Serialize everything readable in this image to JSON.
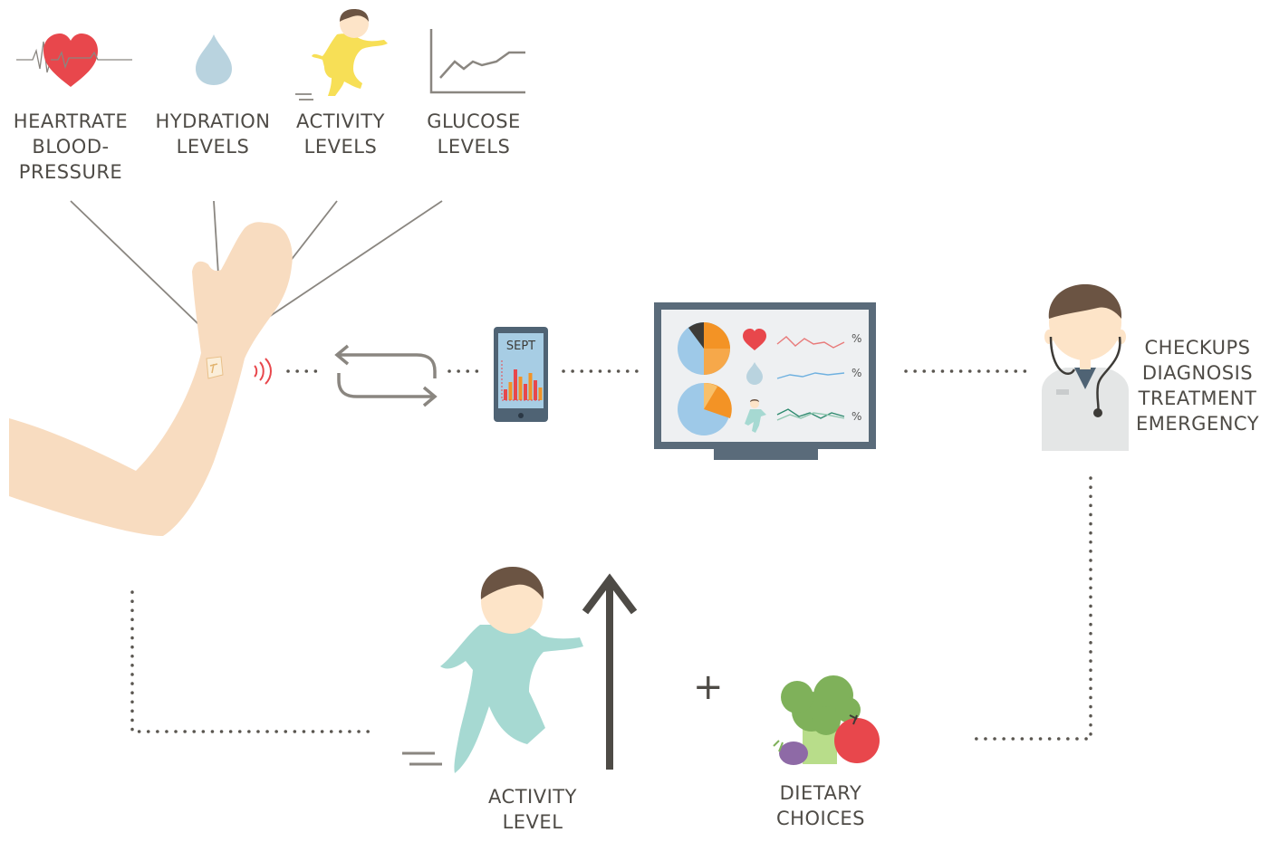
{
  "metrics": [
    {
      "id": "heartrate",
      "label": "HEARTRATE\nBLOOD-\nPRESSURE"
    },
    {
      "id": "hydration",
      "label": "HYDRATION\nLEVELS"
    },
    {
      "id": "activity",
      "label": "ACTIVITY\nLEVELS"
    },
    {
      "id": "glucose",
      "label": "GLUCOSE\nLEVELS"
    }
  ],
  "phone": {
    "screen_text": "SEPT"
  },
  "monitor": {
    "percent_symbol": "%"
  },
  "doctor": {
    "label": "CHECKUPS\nDIAGNOSIS\nTREATMENT\nEMERGENCY"
  },
  "activity_level": {
    "label": "ACTIVITY\nLEVEL"
  },
  "plus_sign": "+",
  "dietary": {
    "label": "DIETARY\nCHOICES"
  },
  "colors": {
    "text": "#4e4b46",
    "heart": "#e8474c",
    "water": "#b9d3df",
    "person_yellow": "#f7df56",
    "person_teal": "#a6d9d2",
    "skin": "#f8dcc0",
    "hair": "#6b5443",
    "dots": "#5a5650",
    "chart_orange": "#f39325",
    "chart_blue": "#9ec9e8",
    "apple": "#e8474c",
    "broccoli": "#7fb15a"
  }
}
